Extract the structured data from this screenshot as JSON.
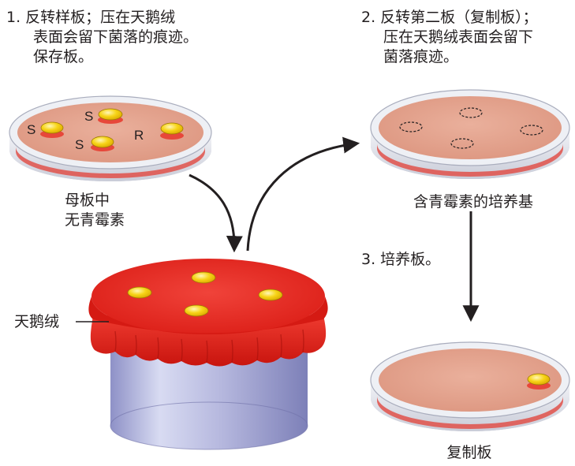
{
  "step1": {
    "line1": "1. 反转样板；压在天鹅绒",
    "line2": "表面会留下菌落的痕迹。",
    "line3": "保存板。"
  },
  "step2": {
    "line1": "2. 反转第二板（复制板）；",
    "line2": "压在天鹅绒表面会留下",
    "line3": "菌落痕迹。"
  },
  "step3": {
    "line1": "3. 培养板。"
  },
  "master_plate": {
    "caption_line1": "母板中",
    "caption_line2": "无青霉素",
    "colony_labels": [
      "S",
      "S",
      "S",
      "R"
    ]
  },
  "penicillin_plate": {
    "caption": "含青霉素的培养基"
  },
  "replica_plate": {
    "caption": "复制板"
  },
  "velvet": {
    "label": "天鹅绒"
  },
  "colors": {
    "agar": "#e8a48f",
    "velvet": "#e8261f",
    "colony_fill": "#f7d417",
    "colony_shadow": "#e7473a",
    "cylinder": "#b7b9df"
  }
}
